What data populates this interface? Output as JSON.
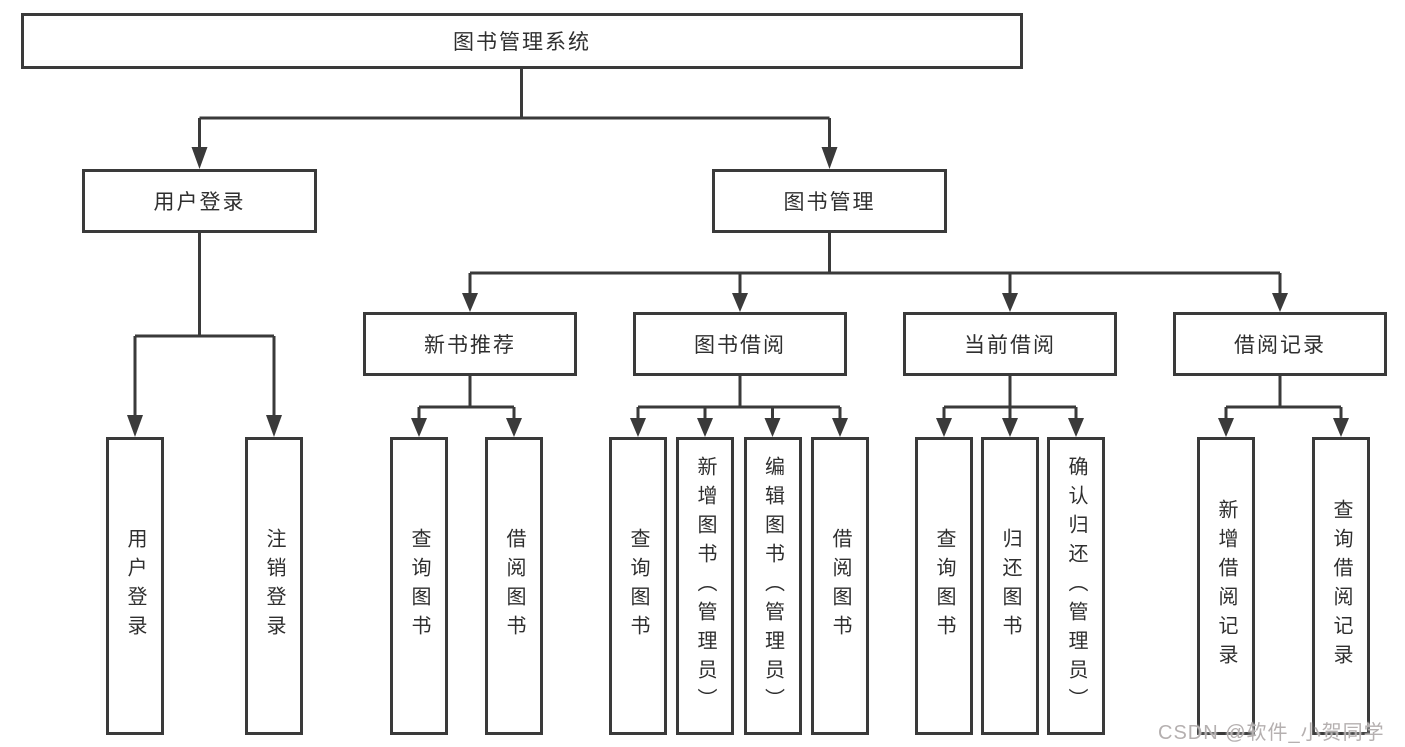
{
  "nodes": {
    "root": "图书管理系统",
    "level2": [
      "用户登录",
      "图书管理"
    ],
    "level3": [
      "新书推荐",
      "图书借阅",
      "当前借阅",
      "借阅记录"
    ],
    "leaves_login": [
      "用户登录",
      "注销登录"
    ],
    "leaves_recommend": [
      "查询图书",
      "借阅图书"
    ],
    "leaves_borrow": [
      "查询图书",
      "新增图书（管理员）",
      "编辑图书（管理员）",
      "借阅图书"
    ],
    "leaves_current": [
      "查询图书",
      "归还图书",
      "确认归还（管理员）"
    ],
    "leaves_records": [
      "新增借阅记录",
      "查询借阅记录"
    ]
  },
  "watermark": {
    "text": "CSDN @软件_小贺同学"
  },
  "colors": {
    "line": "#3a3a3a",
    "box_border": "#3a3a3a",
    "text": "#2f2f2f",
    "watermark": "#b5b0b0",
    "background": "#ffffff"
  }
}
